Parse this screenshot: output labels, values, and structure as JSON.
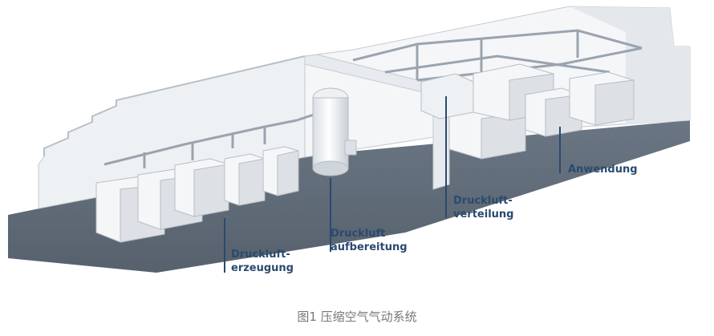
{
  "labels": {
    "erzeugung": [
      "Druckluft-",
      "erzeugung"
    ],
    "aufbereitung": [
      "Druckluft",
      "aufbereitung"
    ],
    "verteilung": [
      "Druckluft-",
      "verteilung"
    ],
    "anwendung": "Anwendung"
  },
  "caption": "图1 压缩空气气动系统",
  "colors": {
    "floor": "#5f6b78",
    "wall": "#f2f4f6",
    "wall_top": "#e3e6ea",
    "machine": "#f4f6f8",
    "machine_side": "#d9dde2",
    "pipe": "#9aa4ae",
    "leader": "#2a4a6e",
    "label": "#2a4a6e"
  }
}
